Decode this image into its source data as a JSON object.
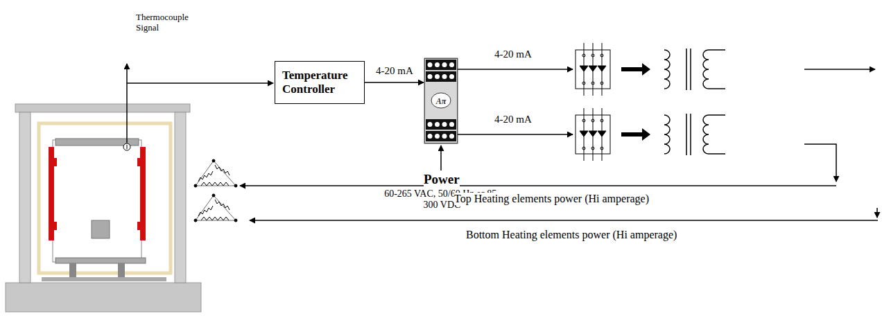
{
  "diagram": {
    "nodes": [
      {
        "text": [
          "Temperature Controller"
        ]
      },
      {
        "text": [
          "Aπ"
        ]
      }
    ],
    "edges": [
      {
        "from": 0,
        "to": 1,
        "arrow": "to",
        "label": "4-20 mA"
      }
    ],
    "labels": [
      "Thermocouple Signal",
      "4-20 mA",
      "4-20 mA",
      "Power",
      "60-265 VAC, 50/60 Hz or 85-300 VDC",
      "Top Heating elements power (Hi amperage)",
      "Bottom Heating elements power (Hi amperage)"
    ]
  }
}
